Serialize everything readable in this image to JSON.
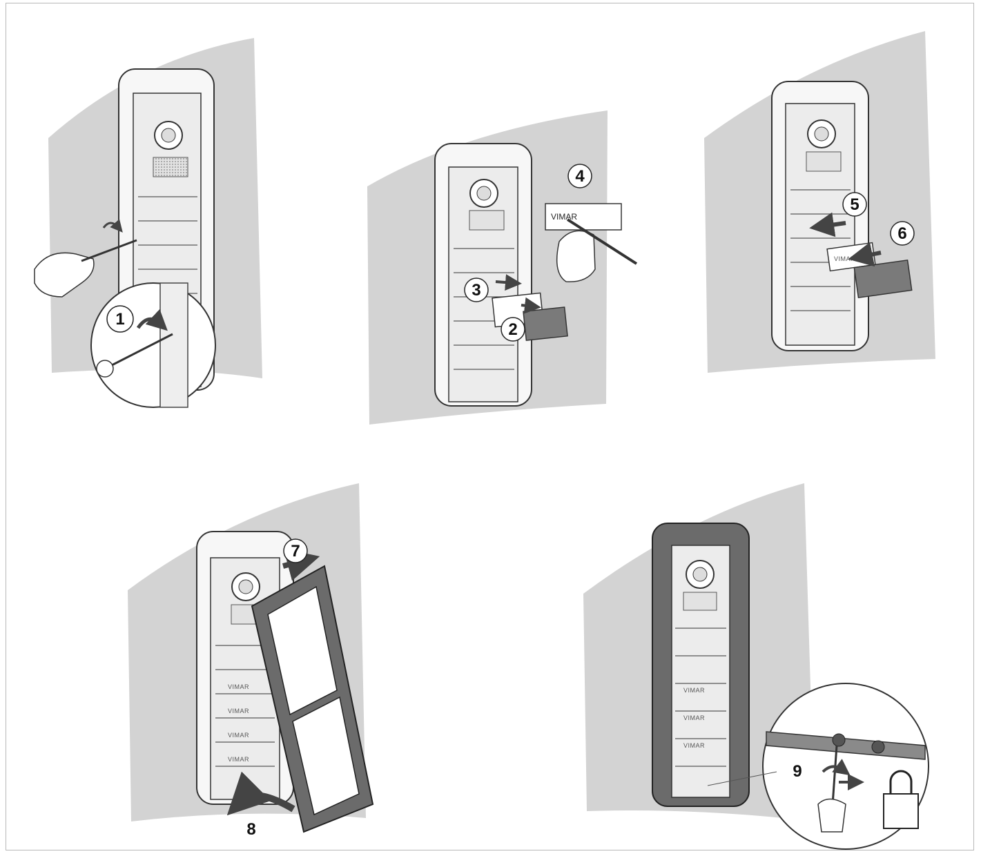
{
  "steps": {
    "s1": "1",
    "s2": "2",
    "s3": "3",
    "s4": "4",
    "s5": "5",
    "s6": "6",
    "s7": "7",
    "s8": "8",
    "s9": "9"
  },
  "labels": {
    "nameplate_written": "VIMAR",
    "nameplate_inserted": "VIMAR",
    "button_brand": "VIMAR"
  },
  "colors": {
    "wall": "#d3d3d3",
    "frame_dark": "#6b6b6b",
    "outline": "#333333",
    "panel": "#f4f4f4"
  }
}
